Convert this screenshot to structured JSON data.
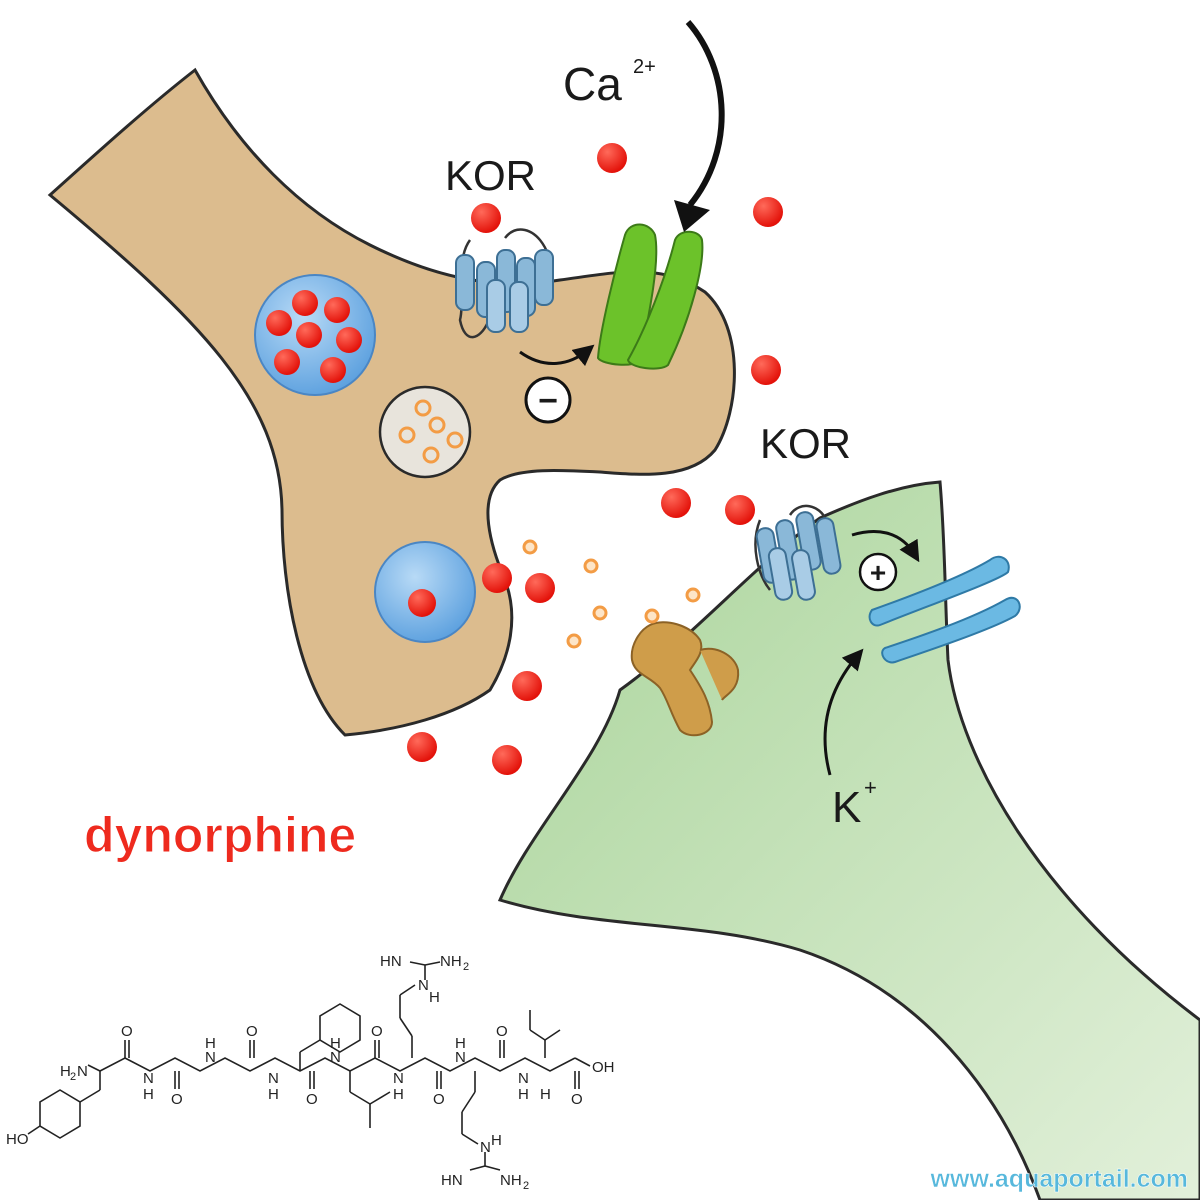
{
  "diagram": {
    "label_calcium_ion": "Ca",
    "label_calcium_charge": "2+",
    "label_kor_presynaptic": "KOR",
    "label_kor_postsynaptic": "KOR",
    "label_potassium_ion": "K",
    "label_potassium_charge": "+",
    "sign_inhibition": "−",
    "sign_activation": "+",
    "title": "dynorphine"
  },
  "structure": {
    "labels": {
      "guanidine_top_imine": "HN",
      "guanidine_top_amine": "NH",
      "guanidine_top_amine_sub": "2",
      "guanidine_top_n": "N",
      "guanidine_top_n_h": "H",
      "n_terminus": "H",
      "n_terminus_sub": "2",
      "n_terminus_n": "N",
      "oxygen_1": "O",
      "oxygen_2": "O",
      "oxygen_3": "O",
      "oxygen_4": "O",
      "oxygen_5": "O",
      "oxygen_6": "O",
      "oxygen_7": "O",
      "oxygen_8": "O",
      "amide_n_1": "N",
      "amide_h_1": "H",
      "amide_n_2": "N",
      "amide_h_2": "H",
      "amide_n_3": "N",
      "amide_h_3": "H",
      "amide_n_4": "N",
      "amide_h_4": "H",
      "amide_n_5": "N",
      "amide_h_5": "H",
      "amide_n_6": "N",
      "amide_h_6": "H",
      "amide_n_7": "N",
      "amide_h_7": "H",
      "alpha_h": "H",
      "hydroxyl_phenol": "HO",
      "carboxyl": "OH",
      "guanidine_bottom_n": "N",
      "guanidine_bottom_n_h": "H",
      "guanidine_bottom_imine": "HN",
      "guanidine_bottom_amine": "NH",
      "guanidine_bottom_amine_sub": "2"
    }
  },
  "watermark": "www.aquaportail.com",
  "colors": {
    "presynaptic_terminal": "#dcbc8e",
    "postsynaptic_terminal": "#b8dcaa",
    "calcium_ion": "#ee1c12",
    "dynorphin_vesicle": "#6aaee6",
    "calcium_channel": "#6cc22a",
    "kor_receptor": "#8ab8d8",
    "potassium_channel": "#6bb9e3",
    "ligand_gated_channel": "#cf9d4a",
    "neurotransmitter": "#f5a55a",
    "title": "#ee2a1e",
    "watermark": "#57b8dc"
  }
}
